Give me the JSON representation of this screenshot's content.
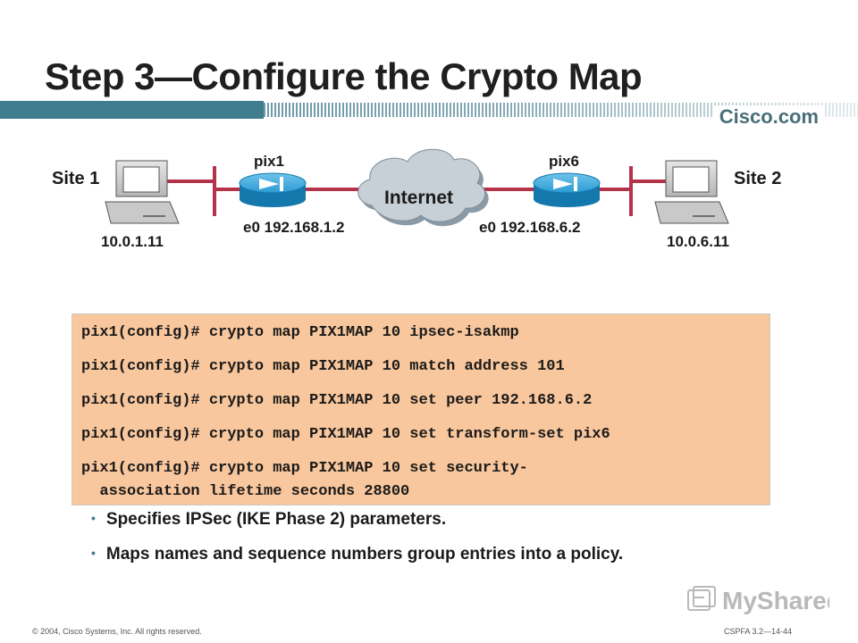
{
  "slide": {
    "title": "Step 3—Configure the Crypto Map",
    "brand": "Cisco.com"
  },
  "diagram": {
    "site1_label": "Site 1",
    "site2_label": "Site 2",
    "host1_ip": "10.0.1.11",
    "host2_ip": "10.0.6.11",
    "router1_name": "pix1",
    "router2_name": "pix6",
    "router1_iface": "e0 192.168.1.2",
    "router2_iface": "e0 192.168.6.2",
    "cloud_label": "Internet"
  },
  "code": {
    "lines": [
      "pix1(config)# crypto map PIX1MAP 10 ipsec-isakmp",
      "pix1(config)# crypto map PIX1MAP 10 match address 101",
      "pix1(config)# crypto map PIX1MAP 10 set peer 192.168.6.2",
      "pix1(config)# crypto map PIX1MAP 10 set transform-set pix6",
      "pix1(config)# crypto map PIX1MAP 10 set security-",
      "  association lifetime seconds 28800"
    ]
  },
  "bullets": [
    "Specifies IPSec (IKE Phase 2) parameters.",
    "Maps names and sequence numbers group entries into a policy."
  ],
  "footer": {
    "copyright": "© 2004, Cisco Systems, Inc. All rights reserved.",
    "course": "CSPFA 3.2—14-44",
    "watermark": "MyShared"
  },
  "colors": {
    "accent": "#3f7c8e",
    "code_bg": "#f9c79d",
    "router": "#1f8fc6"
  }
}
